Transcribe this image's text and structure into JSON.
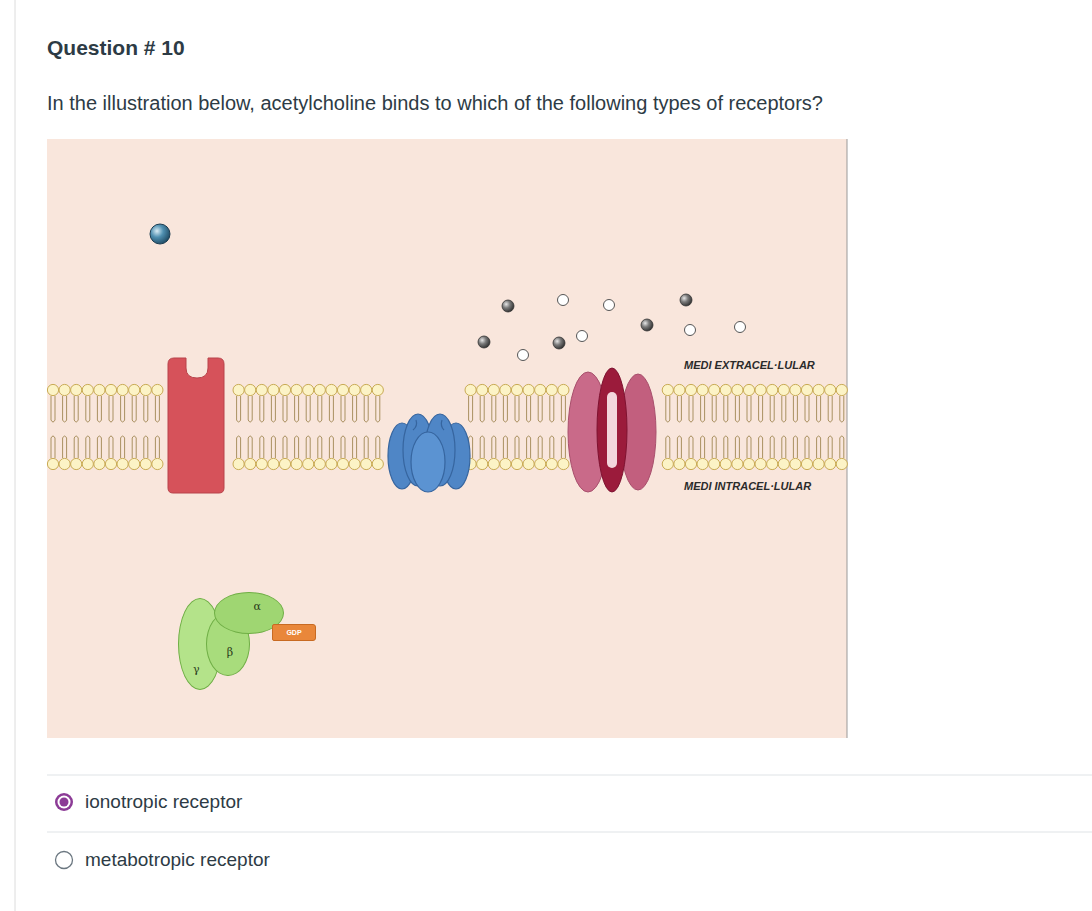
{
  "diagram": {
    "title": "Question # 10",
    "nodes": [
      {
        "text": [
          "α"
        ]
      },
      {
        "text": [
          "β"
        ]
      },
      {
        "text": [
          "γ"
        ]
      },
      {
        "text": [
          "GDP"
        ]
      }
    ],
    "labels": [
      "In the illustration below, acetylcholine binds to which of the following types of receptors?",
      "MEDI EXTRACEL·LULAR",
      "MEDI INTRACEL·LULAR",
      "ionotropic receptor",
      "metabotropic receptor"
    ]
  }
}
